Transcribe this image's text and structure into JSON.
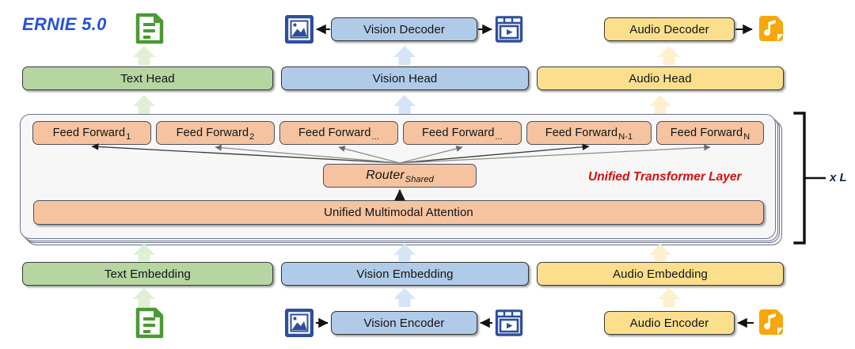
{
  "title": "ERNIE 5.0 unified multimodal transformer architecture",
  "logo": {
    "text": "ERNIE 5.0",
    "color": "#2352da"
  },
  "colors": {
    "text_modality": "#b5d5a1",
    "vision_modality": "#b0cbe8",
    "audio_modality": "#fbdf8d",
    "transformer_block": "#f5c3a0",
    "layer_card": "#f7f7f7",
    "utl_label": "#d60d0d",
    "xl_label": "#11224a",
    "text_icon": "#4a9a32",
    "vision_icon": "#2e4e9e",
    "audio_icon": "#f7a70b"
  },
  "decoders": [
    {
      "label": "Vision Decoder",
      "style": "blue",
      "in_icon": "image-icon",
      "out_icon": "video-icon"
    },
    {
      "label": "Audio Decoder",
      "style": "yellow",
      "out_icon": "music-note-icon"
    }
  ],
  "heads": [
    {
      "label": "Text Head",
      "style": "green"
    },
    {
      "label": "Vision Head",
      "style": "blue"
    },
    {
      "label": "Audio Head",
      "style": "yellow"
    }
  ],
  "transformer": {
    "card_label": "Unified Transformer Layer",
    "repeat_label": "x L",
    "feed_forwards": [
      {
        "base": "Feed Forward",
        "sub": "1"
      },
      {
        "base": "Feed Forward",
        "sub": "2"
      },
      {
        "base": "Feed Forward",
        "sub": "..."
      },
      {
        "base": "Feed Forward",
        "sub": "..."
      },
      {
        "base": "Feed Forward",
        "sub": "N-1"
      },
      {
        "base": "Feed Forward",
        "sub": "N"
      }
    ],
    "router": {
      "base": "Router",
      "sub": "Shared"
    },
    "attention": {
      "label": "Unified Multimodal Attention"
    }
  },
  "embeddings": [
    {
      "label": "Text Embedding",
      "style": "green"
    },
    {
      "label": "Vision Embedding",
      "style": "blue"
    },
    {
      "label": "Audio Embedding",
      "style": "yellow"
    }
  ],
  "encoders": [
    {
      "label": "Vision Encoder",
      "style": "blue",
      "in_icon": "image-icon",
      "out_icon": "video-icon"
    },
    {
      "label": "Audio Encoder",
      "style": "yellow",
      "in_icon": "music-note-icon"
    }
  ],
  "modality_icons": {
    "text_top": "text-document-icon",
    "text_bottom": "text-document-icon",
    "image": "image-icon",
    "video": "video-icon",
    "audio": "music-note-icon"
  }
}
